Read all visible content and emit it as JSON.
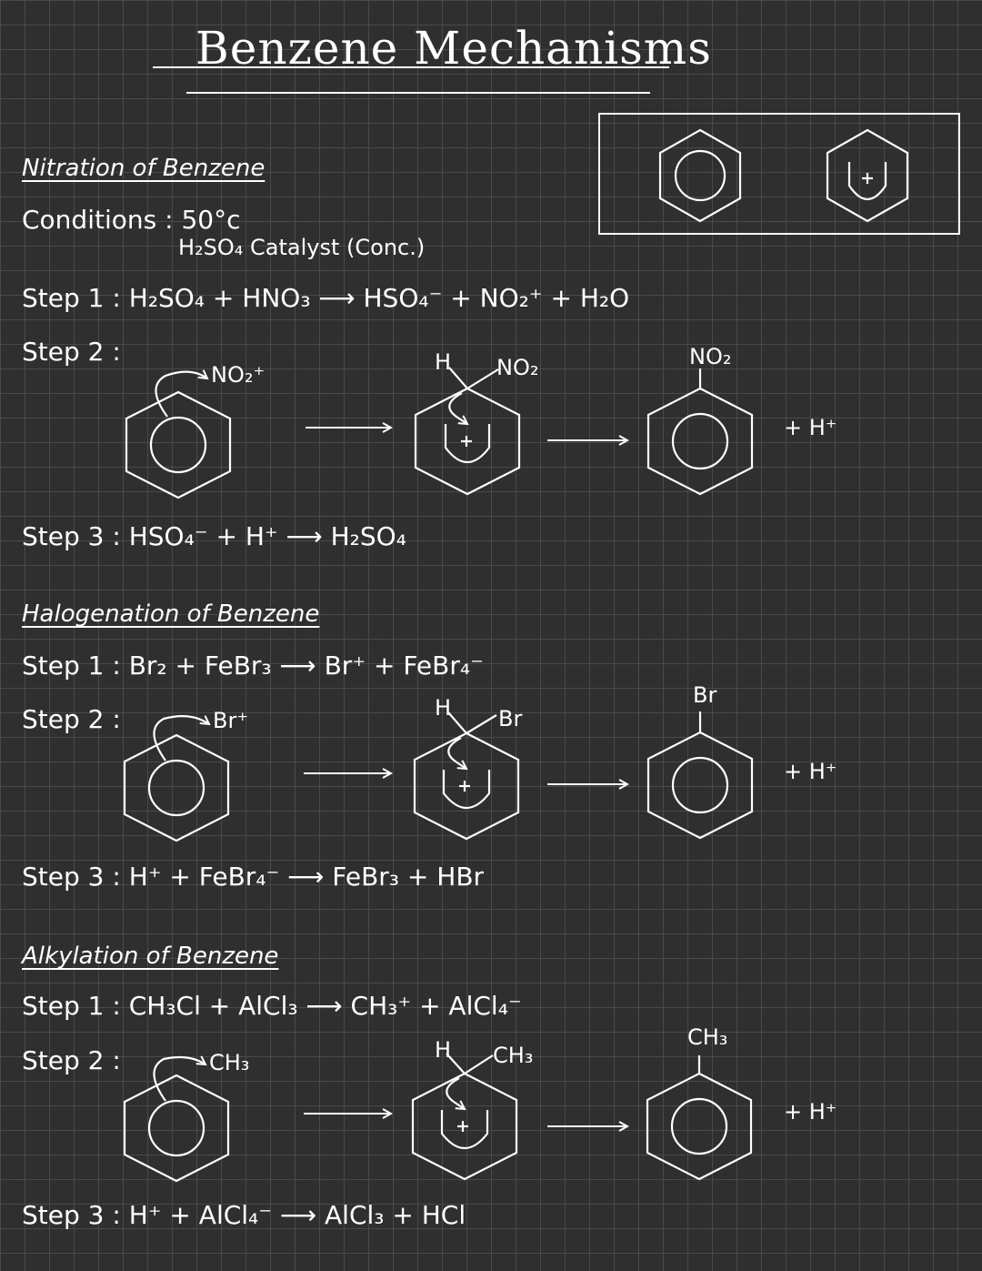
{
  "title": "Benzene Mechanisms",
  "nitration": {
    "heading": "Nitration of Benzene",
    "conditions_label": "Conditions : 50°c",
    "conditions_detail": "H₂SO₄ Catalyst (Conc.)",
    "step1": "Step 1 : H₂SO₄ + HNO₃ ⟶ HSO₄⁻ + NO₂⁺ + H₂O",
    "step2_label": "Step 2 :",
    "electrophile": "NO₂⁺",
    "intermediate_h": "H",
    "intermediate_sub": "NO₂",
    "product_sub": "NO₂",
    "plus_h": "+ H⁺",
    "step3": "Step 3 : HSO₄⁻ + H⁺ ⟶ H₂SO₄"
  },
  "halogenation": {
    "heading": "Halogenation of Benzene",
    "step1": "Step 1 : Br₂ + FeBr₃ ⟶ Br⁺ + FeBr₄⁻",
    "step2_label": "Step 2 :",
    "electrophile": "Br⁺",
    "intermediate_h": "H",
    "intermediate_sub": "Br",
    "product_sub": "Br",
    "plus_h": "+ H⁺",
    "step3": "Step 3 : H⁺ + FeBr₄⁻ ⟶ FeBr₃ + HBr"
  },
  "alkylation": {
    "heading": "Alkylation of Benzene",
    "step1": "Step 1 : CH₃Cl + AlCl₃ ⟶ CH₃⁺ + AlCl₄⁻",
    "step2_label": "Step 2 :",
    "electrophile": "CH₃",
    "intermediate_h": "H",
    "intermediate_sub": "CH₃",
    "product_sub": "CH₃",
    "plus_h": "+ H⁺",
    "step3": "Step 3 : H⁺ + AlCl₄⁻ ⟶ AlCl₃ + HCl"
  },
  "legend": {
    "plus": "+"
  }
}
